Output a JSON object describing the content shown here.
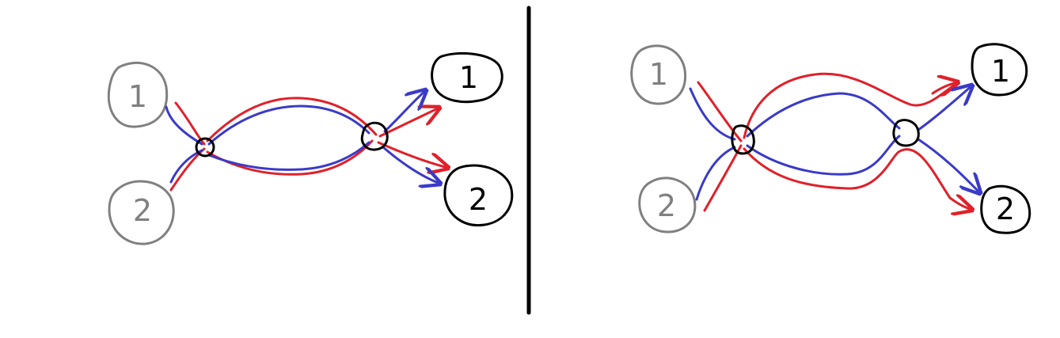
{
  "colors": {
    "background": "#ffffff",
    "input_node": "#808080",
    "output_node": "#000000",
    "red_path": "#e0202a",
    "blue_path": "#3a3ac8",
    "divider": "#000000"
  },
  "left_panel": {
    "inputs": [
      {
        "label": "1"
      },
      {
        "label": "2"
      }
    ],
    "outputs": [
      {
        "label": "1"
      },
      {
        "label": "2"
      }
    ]
  },
  "right_panel": {
    "inputs": [
      {
        "label": "1"
      },
      {
        "label": "2"
      }
    ],
    "outputs": [
      {
        "label": "1"
      },
      {
        "label": "2"
      }
    ]
  }
}
